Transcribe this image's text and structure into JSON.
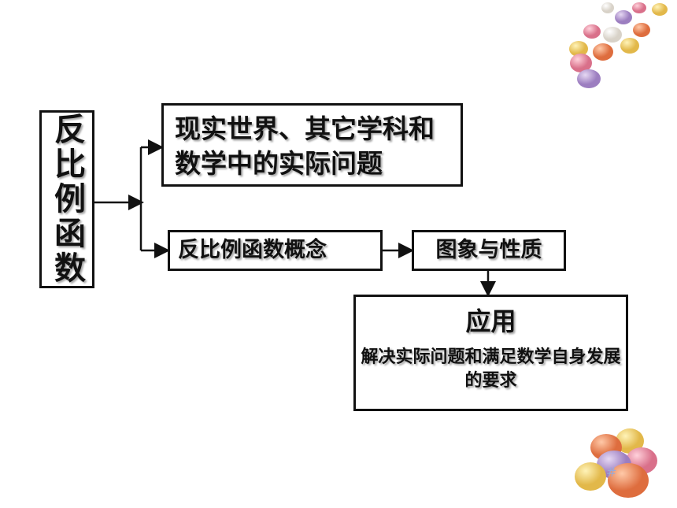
{
  "nodes": {
    "root": "反比例函数",
    "real_world": "现实世界、其它学科和数学中的实际问题",
    "concept": "反比例函数概念",
    "properties": "图象与性质",
    "application_title": "应用",
    "application_desc": "解决实际问题和满足数学自身发展的要求"
  },
  "page_number": "#",
  "colors": {
    "line": "#111111",
    "page_number": "#9aaad8",
    "egg_pink": "#e98a9b",
    "egg_yellow": "#f2d36b",
    "egg_orange": "#ef8a5a",
    "egg_purple": "#b79ad3"
  }
}
